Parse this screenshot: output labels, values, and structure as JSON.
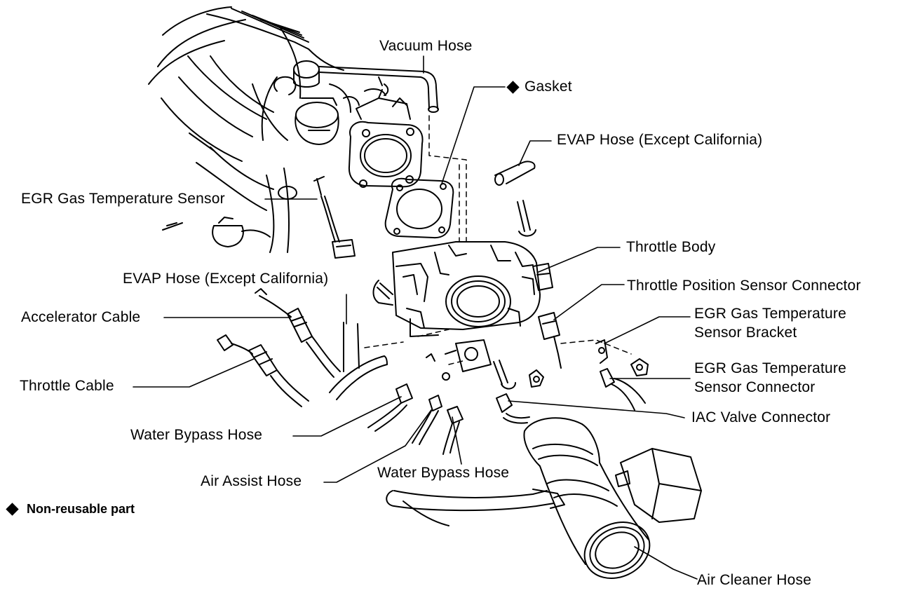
{
  "labels": {
    "vacuum_hose": "Vacuum Hose",
    "gasket": "Gasket",
    "evap_hose_top": "EVAP Hose (Except California)",
    "egr_temp_sensor": "EGR Gas Temperature Sensor",
    "throttle_body": "Throttle Body",
    "evap_hose_left": "EVAP Hose (Except California)",
    "tps_connector": "Throttle Position Sensor Connector",
    "accelerator_cable": "Accelerator Cable",
    "egr_bracket_line1": "EGR Gas Temperature",
    "egr_bracket_line2": "Sensor Bracket",
    "throttle_cable": "Throttle Cable",
    "egr_connector_line1": "EGR Gas Temperature",
    "egr_connector_line2": "Sensor Connector",
    "iac_connector": "IAC Valve Connector",
    "water_bypass_hose_left": "Water Bypass Hose",
    "air_assist_hose": "Air Assist Hose",
    "water_bypass_hose_right": "Water Bypass Hose",
    "air_cleaner_hose": "Air Cleaner Hose"
  },
  "legend": {
    "symbol": "diamond-icon",
    "text": "Non-reusable part"
  },
  "colors": {
    "ink": "#000000",
    "paper": "#ffffff"
  }
}
